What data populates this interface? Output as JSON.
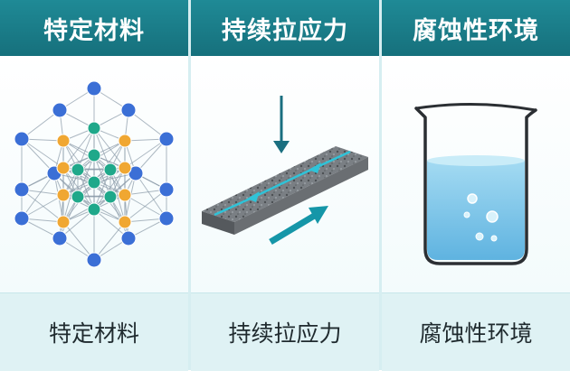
{
  "panels": [
    {
      "header": "特定材料",
      "caption": "特定材料",
      "icon": "lattice-structure-icon"
    },
    {
      "header": "持续拉应力",
      "caption": "持续拉应力",
      "icon": "tensile-stress-bar-icon"
    },
    {
      "header": "腐蚀性环境",
      "caption": "腐蚀性环境",
      "icon": "corrosive-beaker-icon"
    }
  ],
  "colors": {
    "header": "#1a7f8b",
    "footer": "#dff2f4",
    "atom_blue": "#3b6fd6",
    "atom_orange": "#f0a732",
    "atom_green": "#1fa88a",
    "arrow_teal": "#1596a8",
    "liquid": "#7cc7ea"
  }
}
